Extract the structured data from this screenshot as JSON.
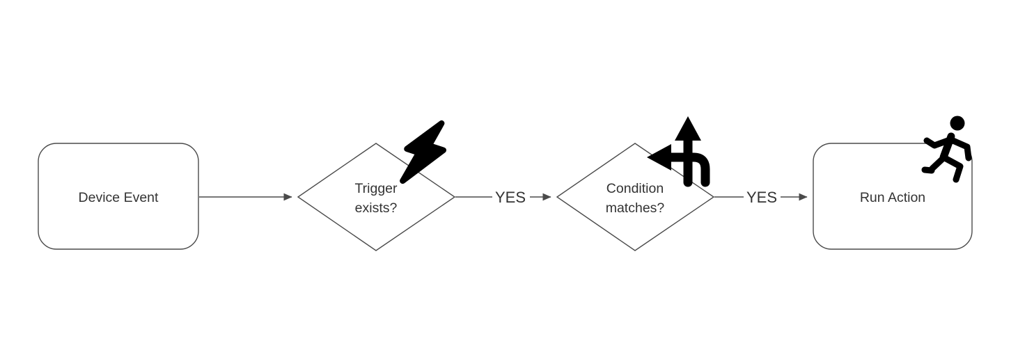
{
  "diagram": {
    "background_color": "#ffffff",
    "stroke_color": "#4a4a4a",
    "text_color": "#333333",
    "icon_color": "#000000",
    "nodes": {
      "device_event": {
        "label": "Device Event",
        "shape": "rounded-rectangle"
      },
      "trigger_exists": {
        "label_line1": "Trigger",
        "label_line2": "exists?",
        "shape": "diamond",
        "icon": "lightning-bolt-icon"
      },
      "condition_matches": {
        "label_line1": "Condition",
        "label_line2": "matches?",
        "shape": "diamond",
        "icon": "branch-arrows-icon"
      },
      "run_action": {
        "label": "Run Action",
        "shape": "rounded-rectangle",
        "icon": "running-person-icon"
      }
    },
    "edges": {
      "event_to_trigger": {
        "label": ""
      },
      "trigger_to_condition": {
        "label": "YES"
      },
      "condition_to_action": {
        "label": "YES"
      }
    }
  }
}
